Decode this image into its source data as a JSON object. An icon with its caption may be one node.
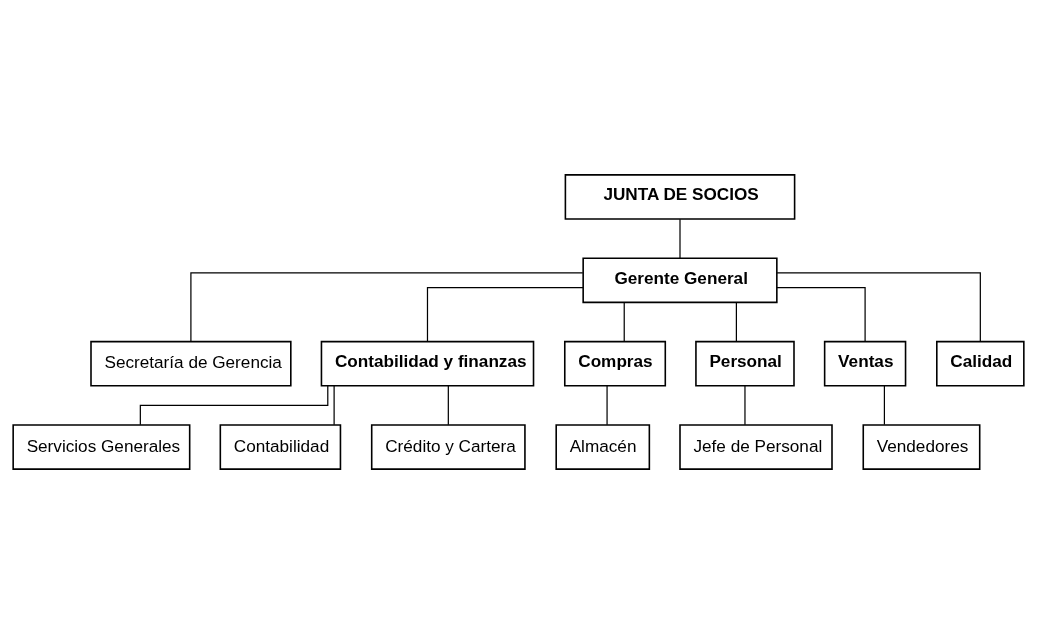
{
  "diagram": {
    "nodes": [
      {
        "text": [
          "JUNTA DE SOCIOS"
        ]
      },
      {
        "text": [
          "Gerente General"
        ]
      },
      {
        "text": [
          "Secretaría de Gerencia"
        ]
      },
      {
        "text": [
          "Contabilidad y finanzas"
        ]
      },
      {
        "text": [
          "Compras"
        ]
      },
      {
        "text": [
          "Personal"
        ]
      },
      {
        "text": [
          "Ventas"
        ]
      },
      {
        "text": [
          "Calidad"
        ]
      },
      {
        "text": [
          "Servicios Generales"
        ]
      },
      {
        "text": [
          "Almacén"
        ]
      },
      {
        "text": [
          "Vendedores"
        ]
      },
      {
        "text": [
          "Jefe de Personal"
        ]
      },
      {
        "text": [
          "Contabilidad"
        ]
      },
      {
        "text": [
          "Crédito y Cartera"
        ]
      }
    ],
    "edges": [
      {
        "from": 0,
        "to": 1,
        "arrow": "none"
      },
      {
        "from": 1,
        "to": 2,
        "arrow": "none"
      },
      {
        "from": 1,
        "to": 3,
        "arrow": "none"
      },
      {
        "from": 1,
        "to": 4,
        "arrow": "none"
      },
      {
        "from": 1,
        "to": 5,
        "arrow": "none"
      },
      {
        "from": 1,
        "to": 6,
        "arrow": "none"
      },
      {
        "from": 1,
        "to": 7,
        "arrow": "none"
      },
      {
        "from": 3,
        "to": 8,
        "arrow": "none"
      },
      {
        "from": 3,
        "to": 12,
        "arrow": "none"
      },
      {
        "from": 3,
        "to": 13,
        "arrow": "none"
      },
      {
        "from": 4,
        "to": 9,
        "arrow": "none"
      },
      {
        "from": 5,
        "to": 11,
        "arrow": "none"
      },
      {
        "from": 6,
        "to": 10,
        "arrow": "none"
      }
    ]
  }
}
